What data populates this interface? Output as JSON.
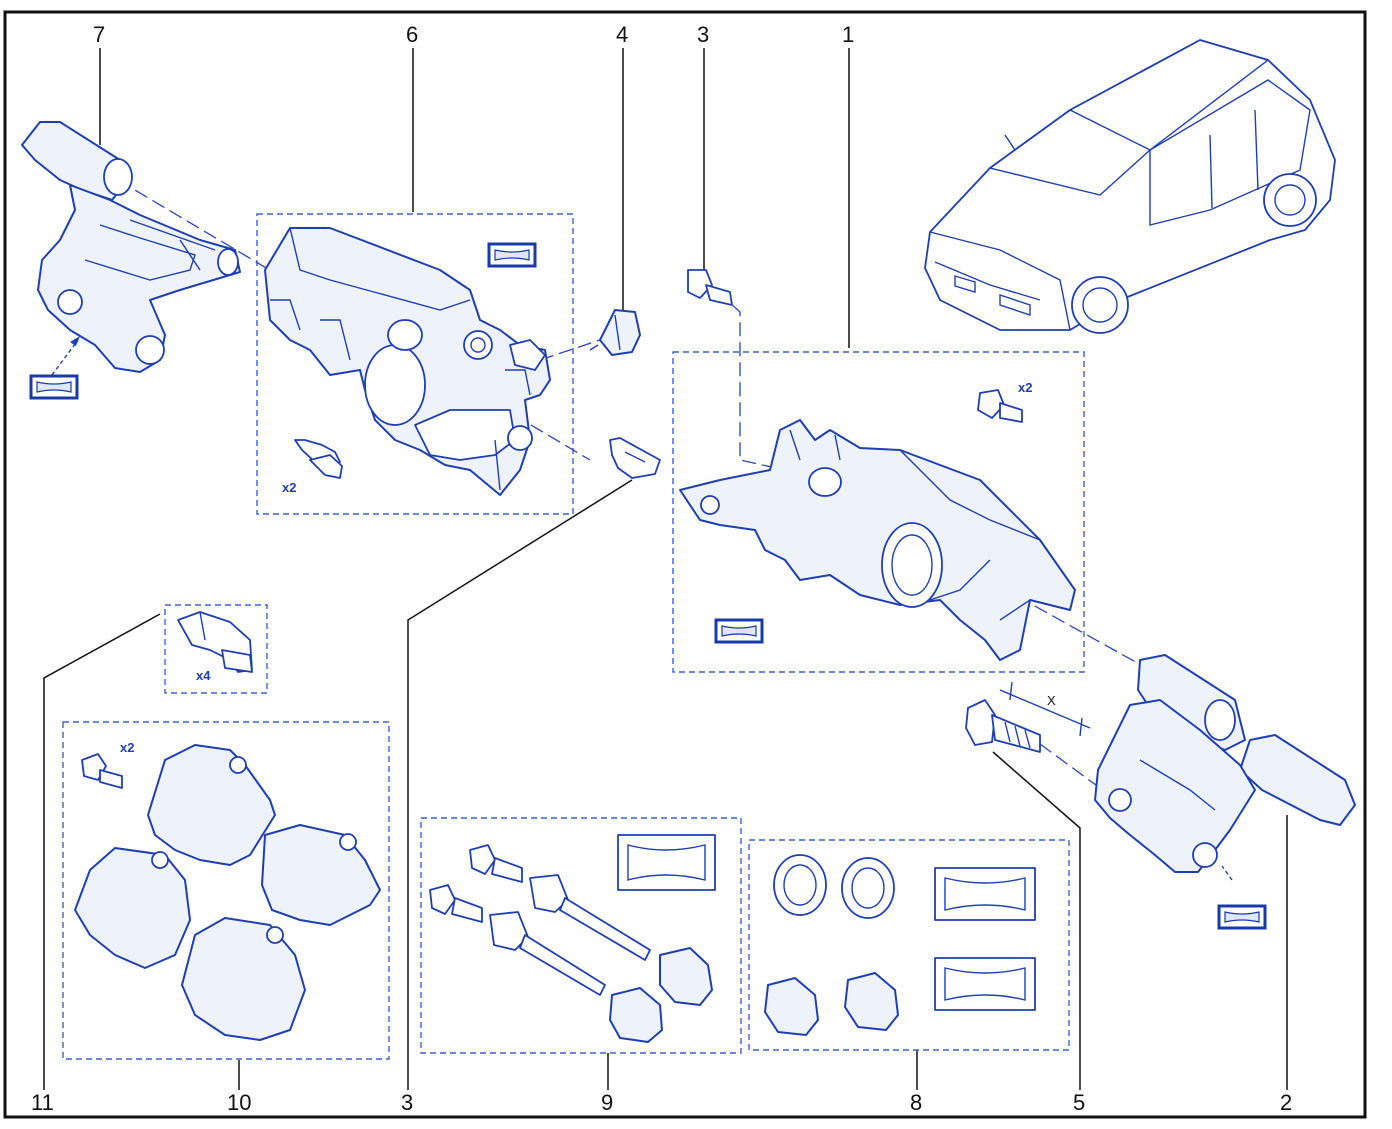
{
  "callouts_top": [
    "7",
    "6",
    "4",
    "3",
    "1"
  ],
  "callouts_bottom": [
    "11",
    "10",
    "3",
    "9",
    "8",
    "5",
    "2"
  ],
  "quantities": {
    "caliper_bolts": "x2",
    "bracket_bolts": "x2",
    "clips": "x4",
    "pad_bolts": "x2"
  },
  "dimension_label": "X",
  "colors": {
    "line": "#1f3fb0",
    "fill": "#eef2fb",
    "frame": "#111111"
  }
}
